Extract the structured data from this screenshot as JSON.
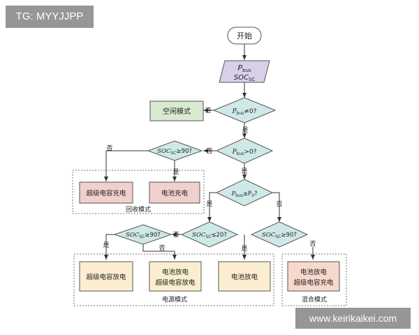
{
  "watermark_top": "TG: MYYJJPP",
  "watermark_bottom": "www.keirikaikei.com",
  "colors": {
    "terminal": "#ffffff",
    "io": "#d8d0e8",
    "decision": "#cfe8e8",
    "idle": "#d9ead0",
    "charge": "#f2cfcf",
    "discharge": "#fbeed0",
    "mixed": "#f7d9cc"
  },
  "nodes": {
    "start": "开始",
    "input_p": "P",
    "input_p_sub": "bus",
    "input_soc": "SOC",
    "input_soc_sub": "SC",
    "d1": {
      "pre": "P",
      "sub": "bus",
      "post": "≠0?"
    },
    "d2": {
      "pre": "P",
      "sub": "bus",
      "post": ">0?"
    },
    "d3": {
      "pre": "P",
      "sub": "bus",
      "mid": "≥P",
      "sub2": "0",
      "post": "?"
    },
    "d4": {
      "pre": "SOC",
      "sub": "SC",
      "post": "≥90?"
    },
    "d5": {
      "pre": "SOC",
      "sub": "SC",
      "post": "≥90?"
    },
    "d6": {
      "pre": "SOC",
      "sub": "SC",
      "post": "≤20?"
    },
    "d7": {
      "pre": "SOC",
      "sub": "SC",
      "post": "≥90?"
    },
    "idle": "空闲模式",
    "sc_charge": "超级电容充电",
    "bat_charge": "电池充电",
    "sc_discharge": "超级电容放电",
    "both_discharge_1": "电池放电",
    "both_discharge_2": "超级电容放电",
    "bat_discharge": "电池放电",
    "mixed_1": "电池放电",
    "mixed_2": "超级电容充电"
  },
  "groups": {
    "recovery": "回收模式",
    "power": "电源模式",
    "mixed": "混合模式"
  },
  "labels": {
    "yes": "是",
    "no": "否"
  }
}
